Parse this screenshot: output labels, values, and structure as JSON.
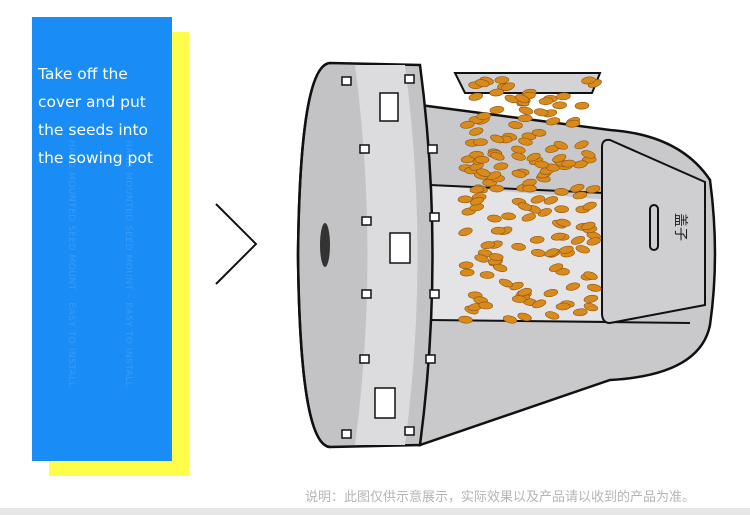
{
  "panel": {
    "caption": "Take off  the\ncover and put\nthe seeds into\nthe sowing pot",
    "watermark": "HAND MOUNTED SEED MOUNT – EASY TO INSTALL",
    "blue": "#1a8cf5",
    "yellow": "#fdfd4a"
  },
  "illustration": {
    "lid_label": "盖子",
    "seed_color": "#d98a1c",
    "arrow_icon": "chevron-right-icon"
  },
  "footer": {
    "note": "说明：此图仅供示意展示，实际效果以及产品请以收到的产品为准。"
  }
}
